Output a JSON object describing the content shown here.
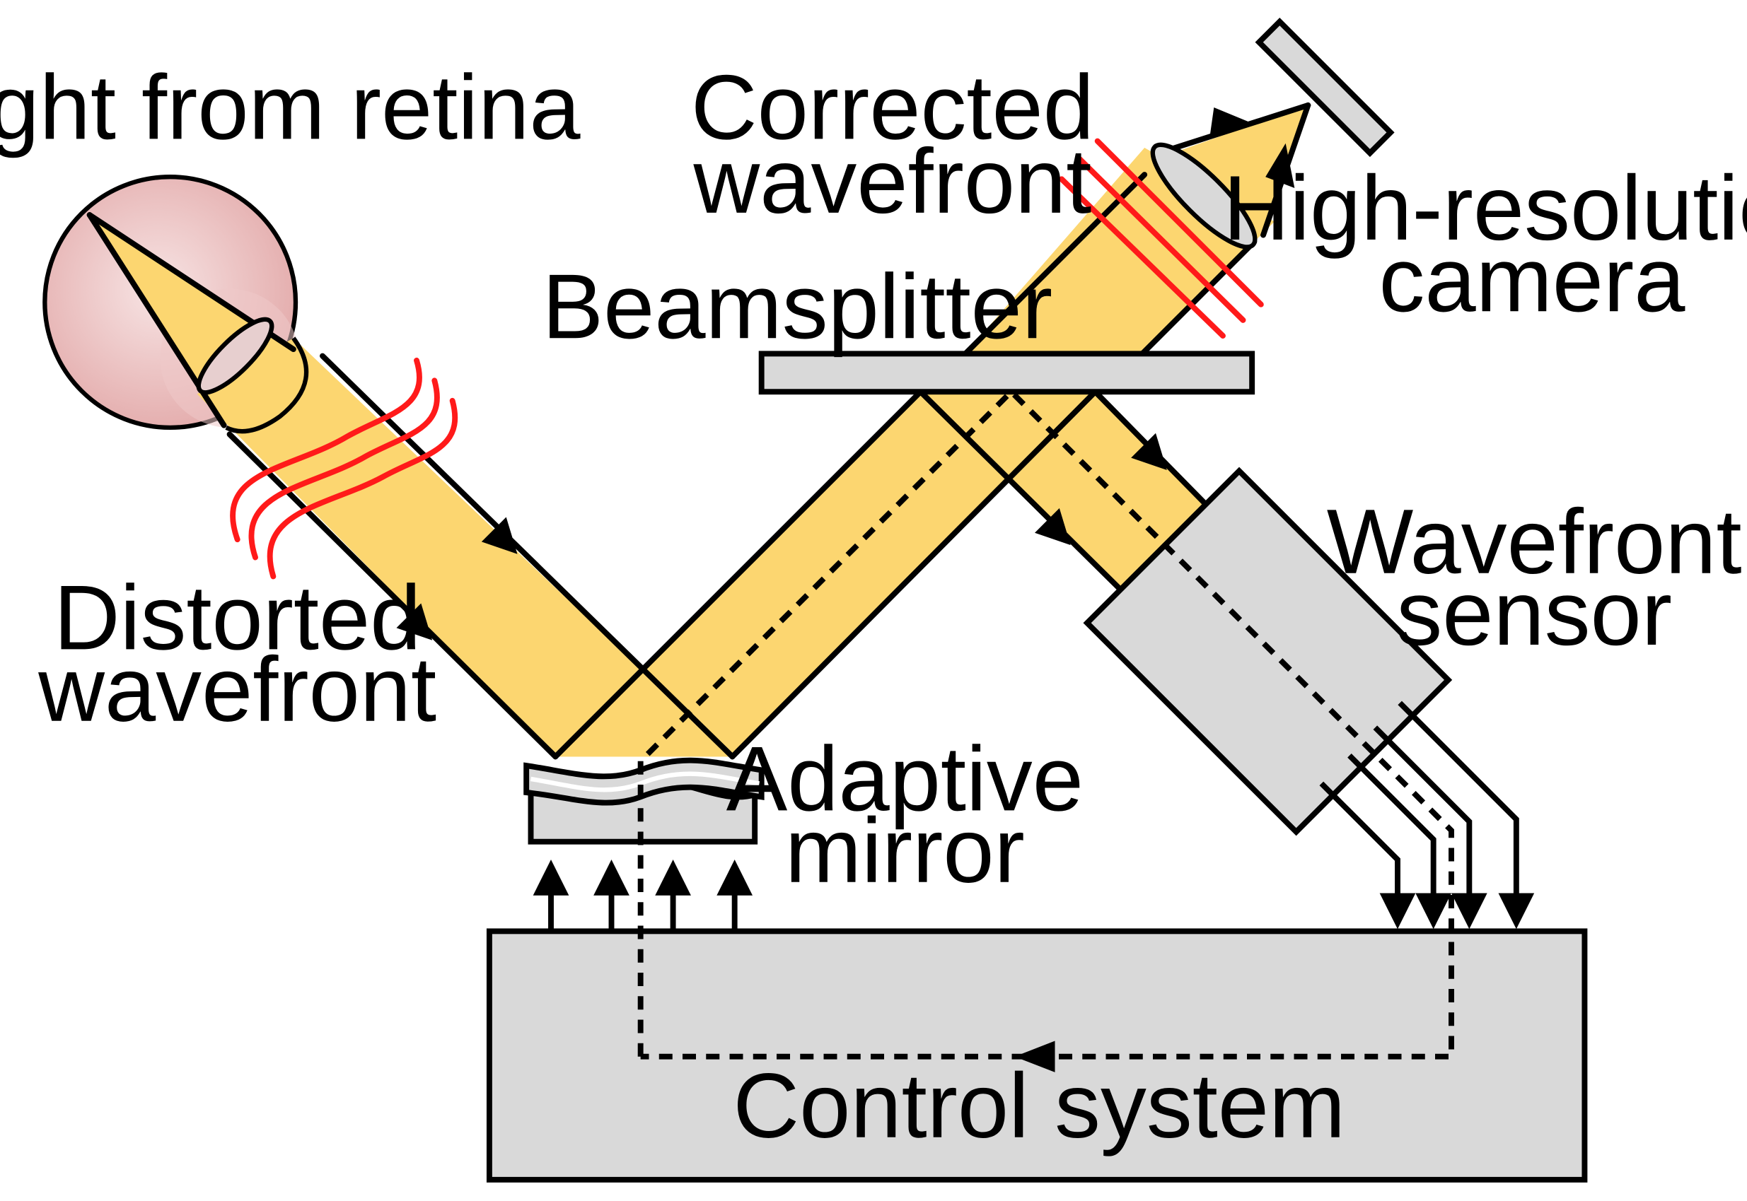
{
  "labels": {
    "light_from_retina": "Light from retina",
    "corrected_1": "Corrected",
    "corrected_2": "wavefront",
    "camera_1": "High-resolution",
    "camera_2": "camera",
    "beamsplitter": "Beamsplitter",
    "sensor_1": "Wavefront",
    "sensor_2": "sensor",
    "distorted_1": "Distorted",
    "distorted_2": "wavefront",
    "adaptive_1": "Adaptive",
    "adaptive_2": "mirror",
    "control": "Control system"
  },
  "colors": {
    "beam": "#FCD670",
    "component": "#D9D9D9",
    "outline": "#000000",
    "wavefront": "#FF1A1A",
    "eye": "#E9B8B8"
  }
}
